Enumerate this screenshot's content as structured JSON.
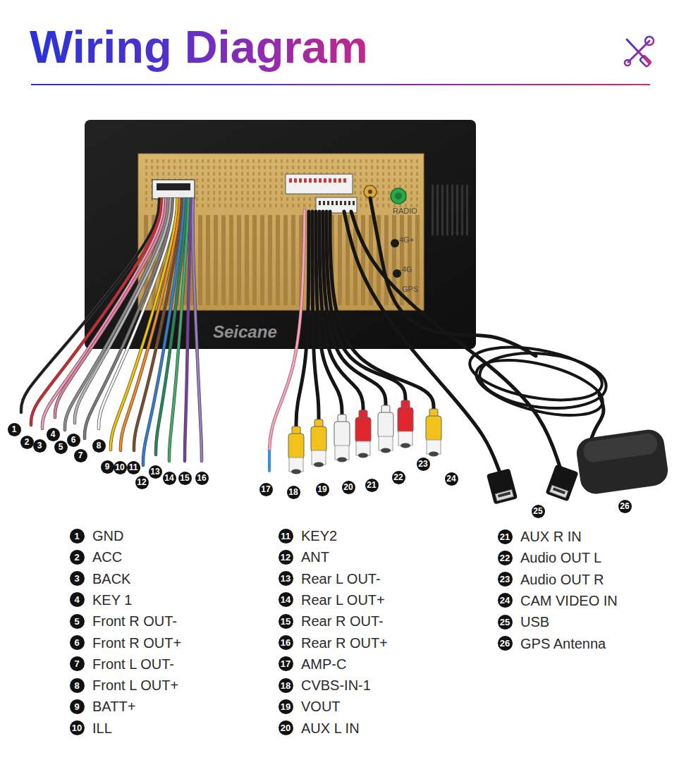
{
  "diagram": {
    "title": "Wiring Diagram",
    "labels": [
      "Seicane",
      "RADIO",
      "4G+",
      "4G",
      "GPS",
      "1",
      "2",
      "3",
      "4",
      "5",
      "6",
      "7",
      "8",
      "9",
      "10",
      "11",
      "12",
      "13",
      "14",
      "15",
      "16",
      "17",
      "18",
      "19",
      "20",
      "21",
      "22",
      "23",
      "24",
      "25",
      "26",
      "1",
      "GND",
      "2",
      "ACC",
      "3",
      "BACK",
      "4",
      "KEY 1",
      "5",
      "Front R OUT-",
      "6",
      "Front R OUT+",
      "7",
      "Front L OUT-",
      "8",
      "Front L OUT+",
      "9",
      "BATT+",
      "10",
      "ILL",
      "11",
      "KEY2",
      "12",
      "ANT",
      "13",
      "Rear L OUT-",
      "14",
      "Rear L OUT+",
      "15",
      "Rear R OUT-",
      "16",
      "Rear R OUT+",
      "17",
      "AMP-C",
      "18",
      "CVBS-IN-1",
      "19",
      "VOUT",
      "20",
      "AUX L IN",
      "21",
      "AUX R IN",
      "22",
      "Audio OUT L",
      "23",
      "Audio OUT R",
      "24",
      "CAM VIDEO IN",
      "25",
      "USB",
      "26",
      "GPS Antenna"
    ]
  }
}
